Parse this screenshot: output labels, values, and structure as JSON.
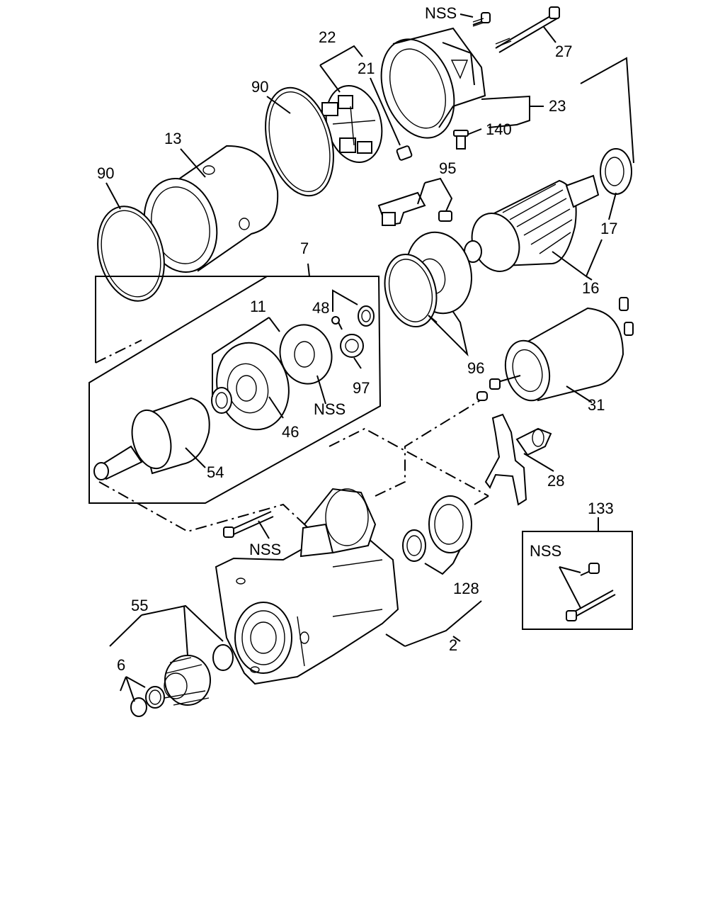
{
  "labels": {
    "nss_top": "NSS",
    "p27": "27",
    "p22": "22",
    "p21": "21",
    "p90a": "90",
    "p23": "23",
    "p140": "140",
    "p13": "13",
    "p90b": "90",
    "p95": "95",
    "p17": "17",
    "p7": "7",
    "p16": "16",
    "p11": "11",
    "p48": "48",
    "p96": "96",
    "p97": "97",
    "nss_mid": "NSS",
    "p46": "46",
    "p31": "31",
    "p54": "54",
    "p28": "28",
    "p133": "133",
    "nss_bolt": "NSS",
    "nss_box": "NSS",
    "p55": "55",
    "p128": "128",
    "p6": "6",
    "p2": "2"
  }
}
